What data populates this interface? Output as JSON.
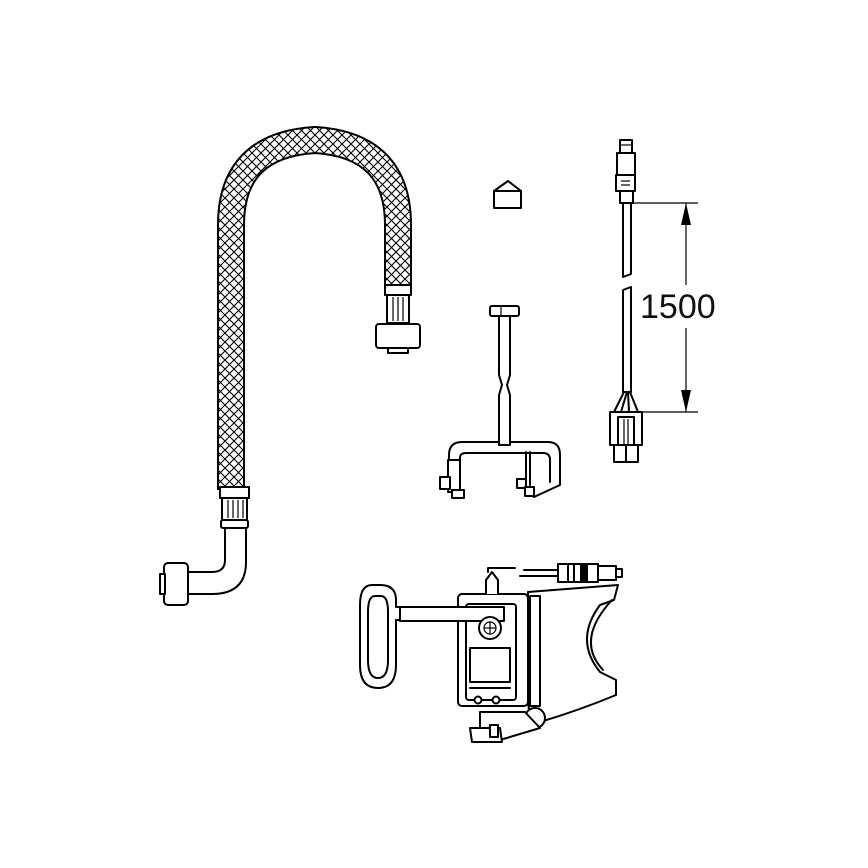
{
  "diagram": {
    "type": "spare-parts technical drawing",
    "background": "#ffffff",
    "line_color": "#000000",
    "parts": [
      {
        "id": "braided-hose",
        "label": "Braided flexible hose with elbow and nut"
      },
      {
        "id": "cap",
        "label": "Small cap"
      },
      {
        "id": "bracket",
        "label": "T-shaped mounting bracket"
      },
      {
        "id": "cable",
        "label": "Cable with plug connectors"
      },
      {
        "id": "valve-unit",
        "label": "Valve unit with key handle"
      }
    ],
    "dimension": {
      "value": "1500",
      "applies_to": "cable"
    }
  }
}
